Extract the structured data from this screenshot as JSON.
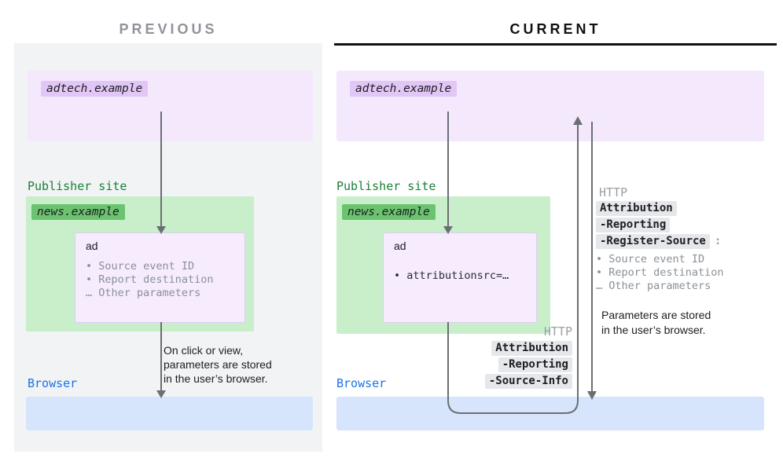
{
  "titles": {
    "previous": "PREVIOUS",
    "current": "CURRENT"
  },
  "previous": {
    "adtech_domain": "adtech.example",
    "publisher_site_label": "Publisher site",
    "news_domain": "news.example",
    "ad_label": "ad",
    "ad_params": [
      "• Source event ID",
      "• Report destination",
      "… Other parameters"
    ],
    "caption_lines": [
      "On click or view,",
      "parameters are stored",
      "in the user’s browser."
    ],
    "browser_label": "Browser"
  },
  "current": {
    "adtech_domain": "adtech.example",
    "publisher_site_label": "Publisher site",
    "news_domain": "news.example",
    "ad_label": "ad",
    "ad_params": [
      "• attributionsrc=…"
    ],
    "request_headers": {
      "protocol": "HTTP",
      "lines": [
        "Attribution",
        "-Reporting",
        "-Source-Info"
      ]
    },
    "response_headers": {
      "protocol": "HTTP",
      "lines": [
        "Attribution",
        "-Reporting",
        "-Register-Source"
      ],
      "colon": ":",
      "params": [
        "• Source event ID",
        "• Report destination",
        "… Other parameters"
      ]
    },
    "caption_lines": [
      "Parameters are stored",
      "in the user’s browser."
    ],
    "browser_label": "Browser"
  },
  "colors": {
    "panel_bg": "#f1f3f4",
    "adtech_box": "#f4e8fd",
    "adtech_chip": "#e2c6f6",
    "ad_box": "#f6ecfe",
    "ad_box_border": "#dfccf1",
    "publisher_box": "#c9efca",
    "news_chip": "#6cc36f",
    "publisher_text": "#188038",
    "browser_bar": "#d7e5fc",
    "browser_text": "#1a73e8",
    "http_chip": "#e5e7ea",
    "http_text": "#9aa0a6",
    "muted_text": "#8b9197",
    "arrow": "#6a6f74"
  }
}
